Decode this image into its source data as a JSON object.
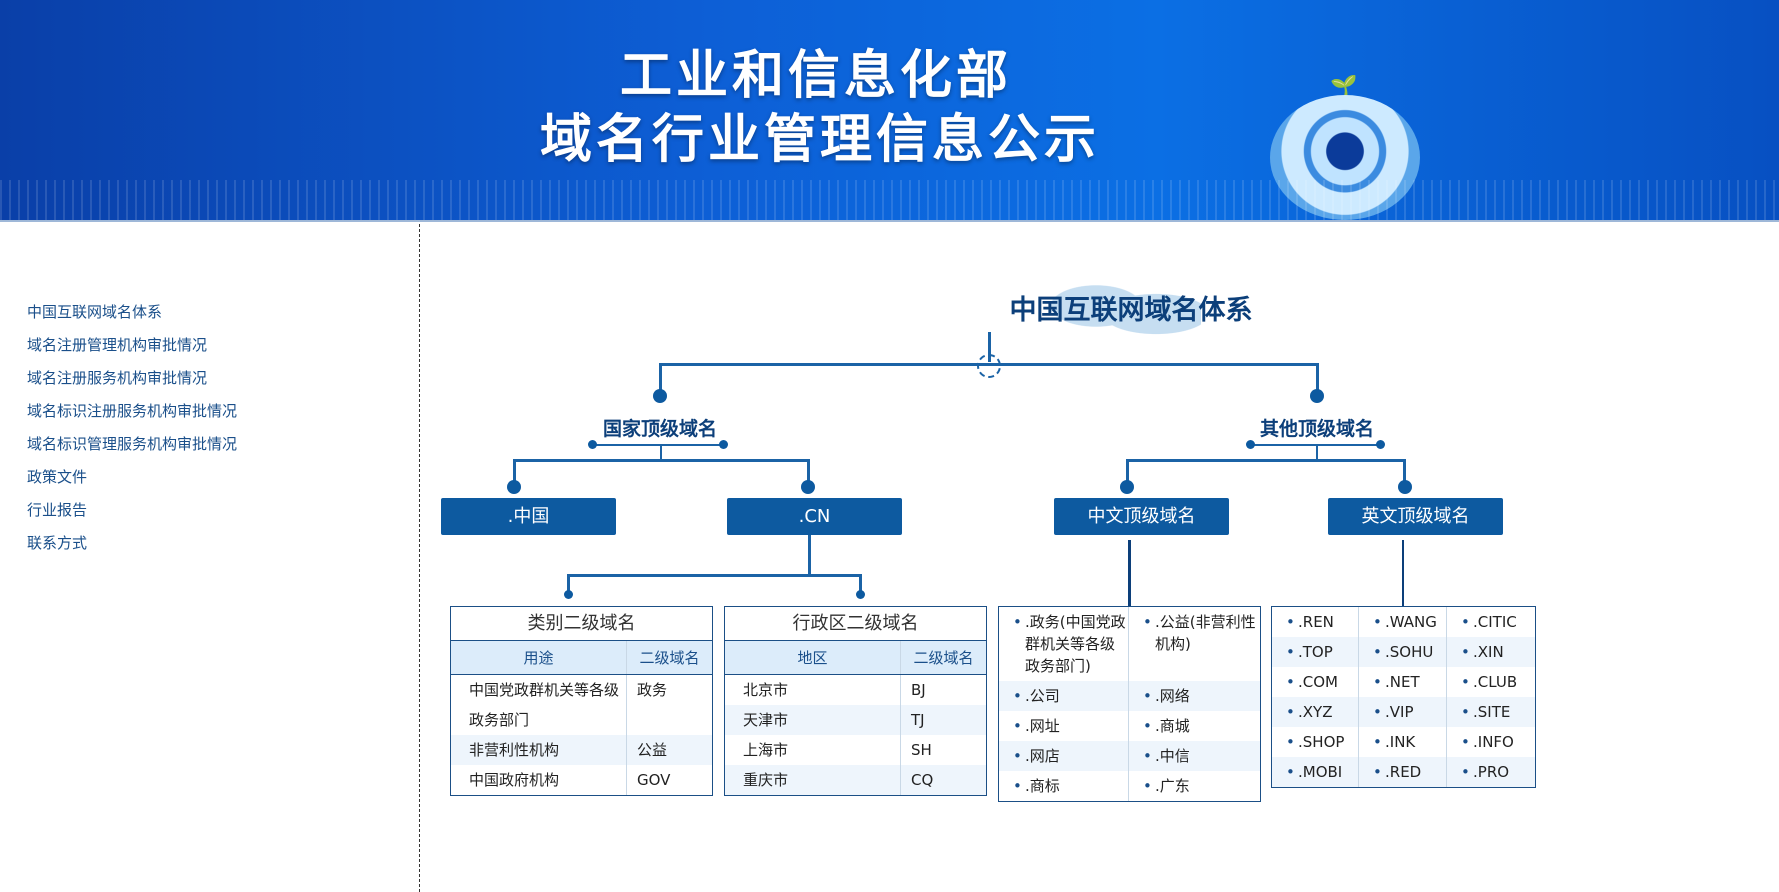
{
  "banner": {
    "line1": "工业和信息化部",
    "line2": "域名行业管理信息公示"
  },
  "sidebar": {
    "items": [
      "中国互联网域名体系",
      "域名注册管理机构审批情况",
      "域名注册服务机构审批情况",
      "域名标识注册服务机构审批情况",
      "域名标识管理服务机构审批情况",
      "政策文件",
      "行业报告",
      "联系方式"
    ]
  },
  "diagram": {
    "title": "中国互联网域名体系",
    "national": "国家顶级域名",
    "other": "其他顶级域名",
    "boxes": [
      ".中国",
      ".CN",
      "中文顶级域名",
      "英文顶级域名"
    ],
    "category_table": {
      "caption": "类别二级域名",
      "headers": [
        "用途",
        "二级域名"
      ],
      "rows": [
        [
          "中国党政群机关等各级政务部门",
          "政务"
        ],
        [
          "非营利性机构",
          "公益"
        ],
        [
          "中国政府机构",
          "GOV"
        ]
      ]
    },
    "region_table": {
      "caption": "行政区二级域名",
      "headers": [
        "地区",
        "二级域名"
      ],
      "rows": [
        [
          "北京市",
          "BJ"
        ],
        [
          "天津市",
          "TJ"
        ],
        [
          "上海市",
          "SH"
        ],
        [
          "重庆市",
          "CQ"
        ]
      ]
    },
    "chinese_tlds": [
      [
        ".政务(中国党政群机关等各级政务部门)",
        ".公益(非营利性机构)"
      ],
      [
        ".公司",
        ".网络"
      ],
      [
        ".网址",
        ".商城"
      ],
      [
        ".网店",
        ".中信"
      ],
      [
        ".商标",
        ".广东"
      ]
    ],
    "english_tlds": [
      [
        ".REN",
        ".WANG",
        ".CITIC"
      ],
      [
        ".TOP",
        ".SOHU",
        ".XIN"
      ],
      [
        ".COM",
        ".NET",
        ".CLUB"
      ],
      [
        ".XYZ",
        ".VIP",
        ".SITE"
      ],
      [
        ".SHOP",
        ".INK",
        ".INFO"
      ],
      [
        ".MOBI",
        ".RED",
        ".PRO"
      ]
    ]
  }
}
